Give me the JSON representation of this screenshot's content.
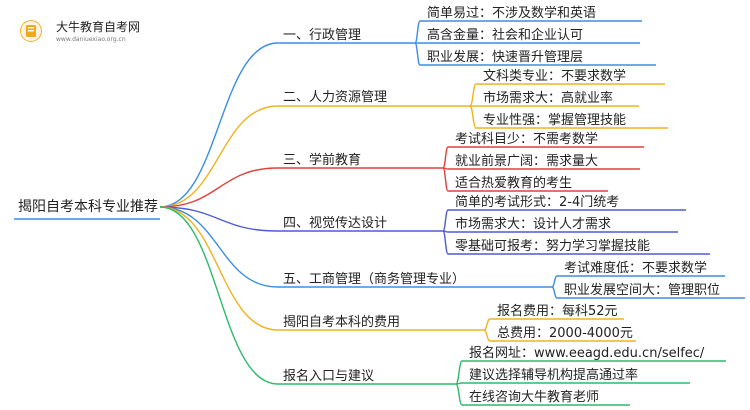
{
  "logo": {
    "title": "大牛教育自考网",
    "url": "www.daniuexiao.org.cn"
  },
  "mindmap": {
    "root": "揭阳自考本科专业推荐",
    "branches": [
      {
        "label": "一、行政管理",
        "color": "#3b8de5",
        "children": [
          "简单易过：不涉及数学和英语",
          "高含金量：社会和企业认可",
          "职业发展：快速晋升管理层"
        ]
      },
      {
        "label": "二、人力资源管理",
        "color": "#f2b21d",
        "children": [
          "文科类专业：不要求数学",
          "市场需求大：高就业率",
          "专业性强：掌握管理技能"
        ]
      },
      {
        "label": "三、学前教育",
        "color": "#e0413b",
        "children": [
          "考试科目少：不需考数学",
          "就业前景广阔：需求量大",
          "适合热爱教育的考生"
        ]
      },
      {
        "label": "四、视觉传达设计",
        "color": "#4e5bd6",
        "children": [
          "简单的考试形式：2-4门统考",
          "市场需求大：设计人才需求",
          "零基础可报考：努力学习掌握技能"
        ]
      },
      {
        "label": "五、工商管理（商务管理专业）",
        "color": "#3b8de5",
        "children": [
          "考试难度低：不要求数学",
          "职业发展空间大：管理职位"
        ]
      },
      {
        "label": "揭阳自考本科的费用",
        "color": "#f2b21d",
        "children": [
          "报名费用：每科52元",
          "总费用：2000-4000元"
        ]
      },
      {
        "label": "报名入口与建议",
        "color": "#2dbb6a",
        "children": [
          "报名网址：www.eeagd.edu.cn/selfec/",
          "建议选择辅导机构提高通过率",
          "在线咨询大牛教育老师"
        ]
      }
    ]
  }
}
